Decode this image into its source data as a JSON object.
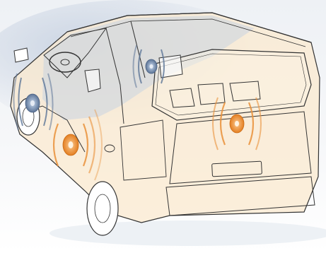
{
  "scene": {
    "subject": "minivan-cutaway",
    "colors": {
      "background_top": "#dde3ec",
      "background_bottom": "#ffffff",
      "interior_blue": "#c9d3e2",
      "body_cream": "#fbe9cf",
      "outline": "#333333",
      "speaker_orange": "#e9913a",
      "speaker_blue": "#6f86a6"
    },
    "speakers": [
      {
        "name": "front-door-speaker",
        "tone": "blue"
      },
      {
        "name": "rear-deck-speaker",
        "tone": "blue"
      },
      {
        "name": "side-door-speaker",
        "tone": "orange"
      },
      {
        "name": "rear-hatch-speaker",
        "tone": "orange"
      }
    ]
  }
}
